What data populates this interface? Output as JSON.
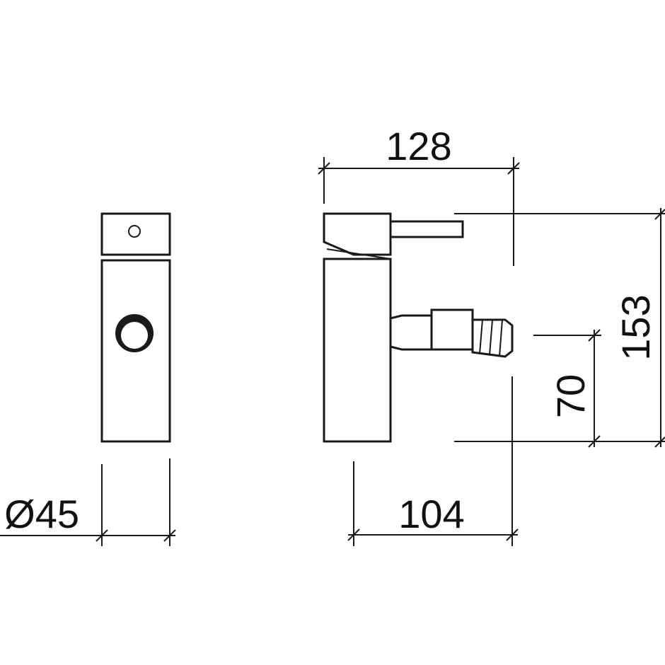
{
  "dimensions": {
    "diameter": "Ø45",
    "overall_width": "128",
    "spout_reach": "104",
    "overall_height": "153",
    "outlet_height": "70"
  },
  "colors": {
    "line": "#1a1a1a",
    "background": "#ffffff"
  }
}
